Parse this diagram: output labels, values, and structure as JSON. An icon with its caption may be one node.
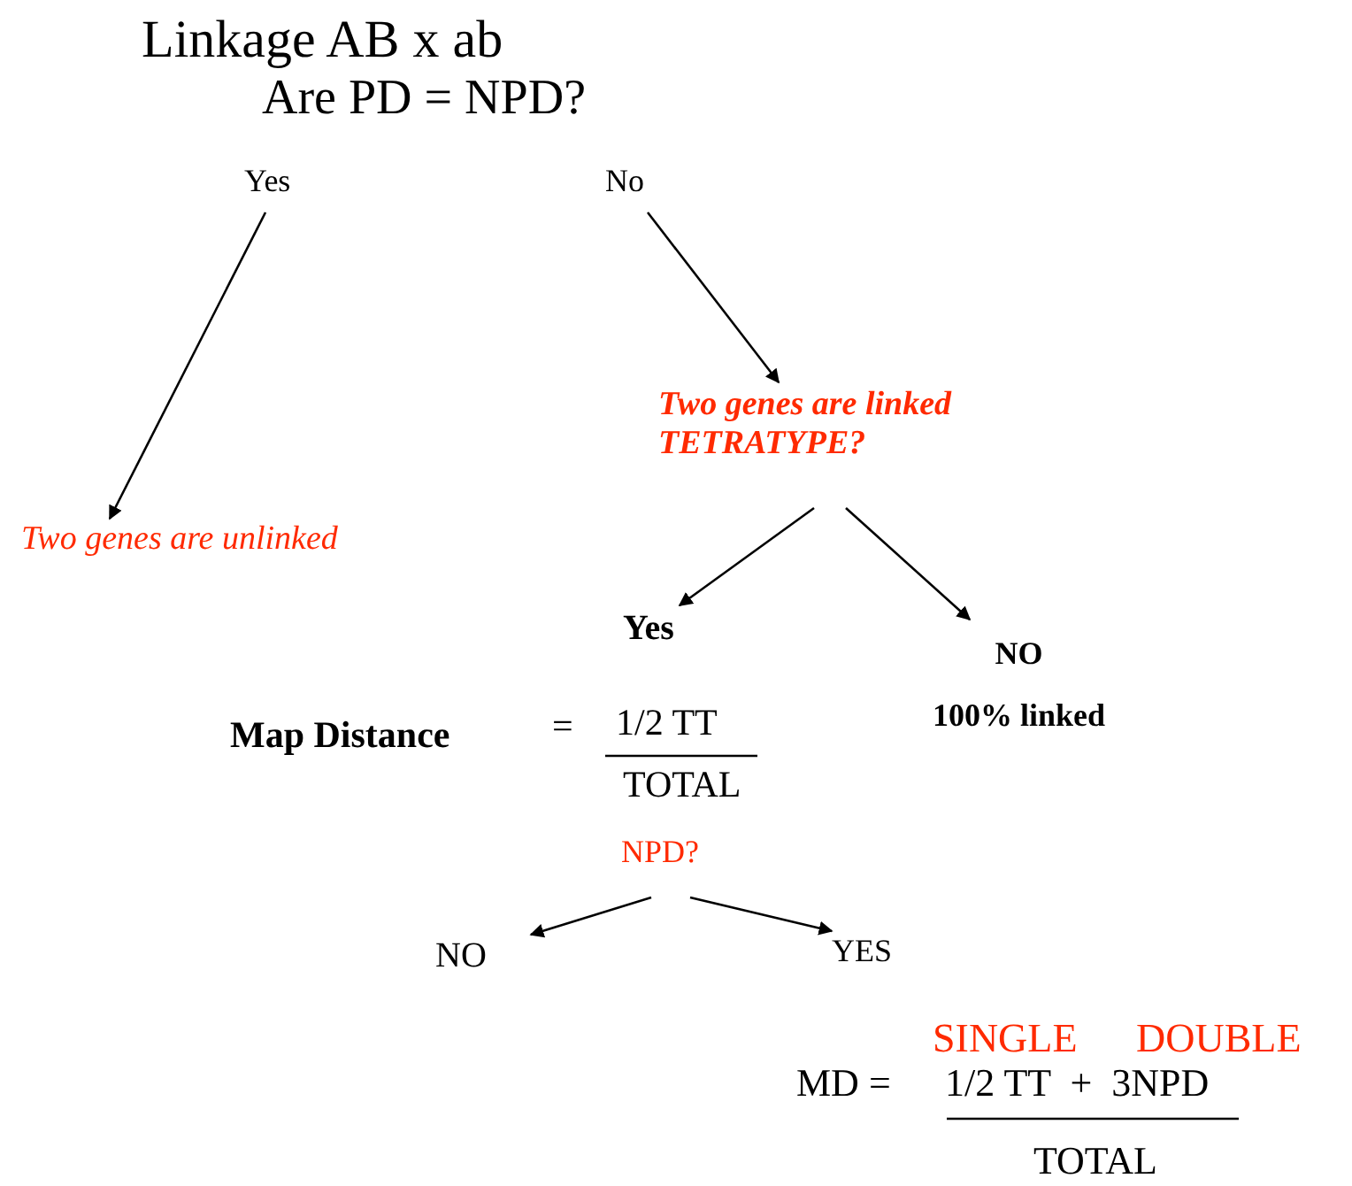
{
  "diagram": {
    "title": "Linkage AB x ab",
    "nodes": [
      {
        "text": [
          "Yes"
        ]
      },
      {
        "text": [
          "No"
        ]
      },
      {
        "text": [
          "Two genes are unlinked"
        ]
      },
      {
        "text": [
          "Two genes are linked",
          "TETRATYPE?"
        ]
      },
      {
        "text": [
          "Yes"
        ]
      },
      {
        "text": [
          "NO",
          "100% linked"
        ]
      },
      {
        "text": [
          "NPD?"
        ]
      },
      {
        "text": [
          "NO"
        ]
      },
      {
        "text": [
          "YES"
        ]
      }
    ],
    "edges": [
      {
        "from": 0,
        "to": 2,
        "arrow": "to"
      },
      {
        "from": 1,
        "to": 3,
        "arrow": "to"
      },
      {
        "from": 3,
        "to": 4,
        "arrow": "to"
      },
      {
        "from": 3,
        "to": 5,
        "arrow": "to"
      },
      {
        "from": 6,
        "to": 7,
        "arrow": "to"
      },
      {
        "from": 6,
        "to": 8,
        "arrow": "to"
      }
    ],
    "labels": [
      "Are PD = NPD?",
      "Map Distance",
      "=",
      "1/2 TT",
      "TOTAL",
      "SINGLE",
      "DOUBLE",
      "MD =",
      "1/2 TT  +  3NPD",
      "TOTAL"
    ]
  }
}
